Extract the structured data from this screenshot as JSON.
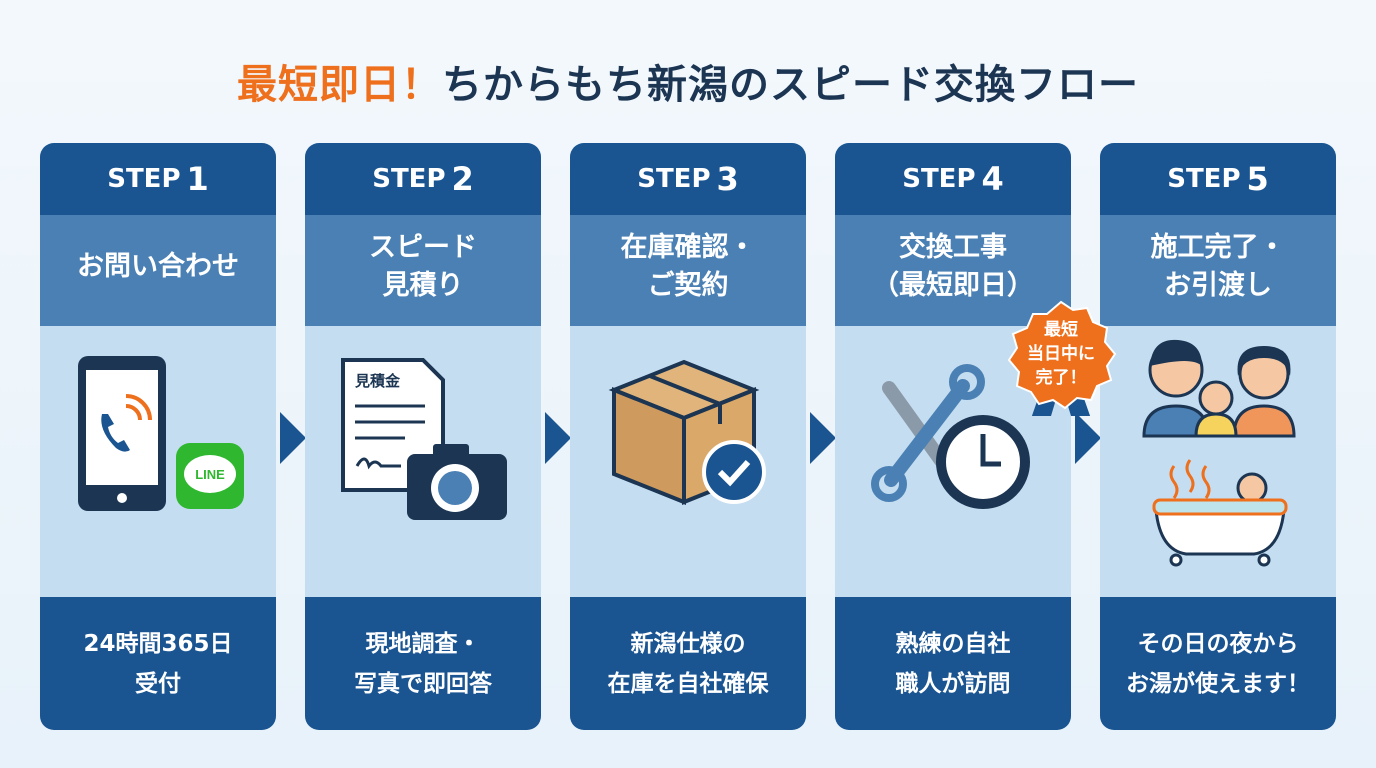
{
  "title": {
    "highlight": "最短即日！",
    "rest": "ちからもち新潟のスピード交換フロー"
  },
  "steps": [
    {
      "label": "STEP",
      "number": "1",
      "title": "お問い合わせ",
      "description": "24時間365日\n受付",
      "icon": "smartphone-line-icon",
      "line_label": "LINE"
    },
    {
      "label": "STEP",
      "number": "2",
      "title": "スピード\n見積り",
      "description": "現地調査・\n写真で即回答",
      "icon": "estimate-camera-icon",
      "doc_label": "見積金"
    },
    {
      "label": "STEP",
      "number": "3",
      "title": "在庫確認・\nご契約",
      "description": "新潟仕様の\n在庫を自社確保",
      "icon": "box-check-icon"
    },
    {
      "label": "STEP",
      "number": "4",
      "title": "交換工事\n（最短即日）",
      "description": "熟練の自社\n職人が訪問",
      "icon": "wrench-clock-icon"
    },
    {
      "label": "STEP",
      "number": "5",
      "title": "施工完了・\nお引渡し",
      "description": "その日の夜から\nお湯が使えます！",
      "icon": "family-bath-icon"
    }
  ],
  "badge": {
    "text": "最短\n当日中に\n完了！"
  },
  "colors": {
    "dark_blue": "#1a5592",
    "mid_blue": "#4a80b4",
    "light_blue": "#c4ddf0",
    "orange": "#ee6f1c",
    "title": "#1b3553"
  }
}
